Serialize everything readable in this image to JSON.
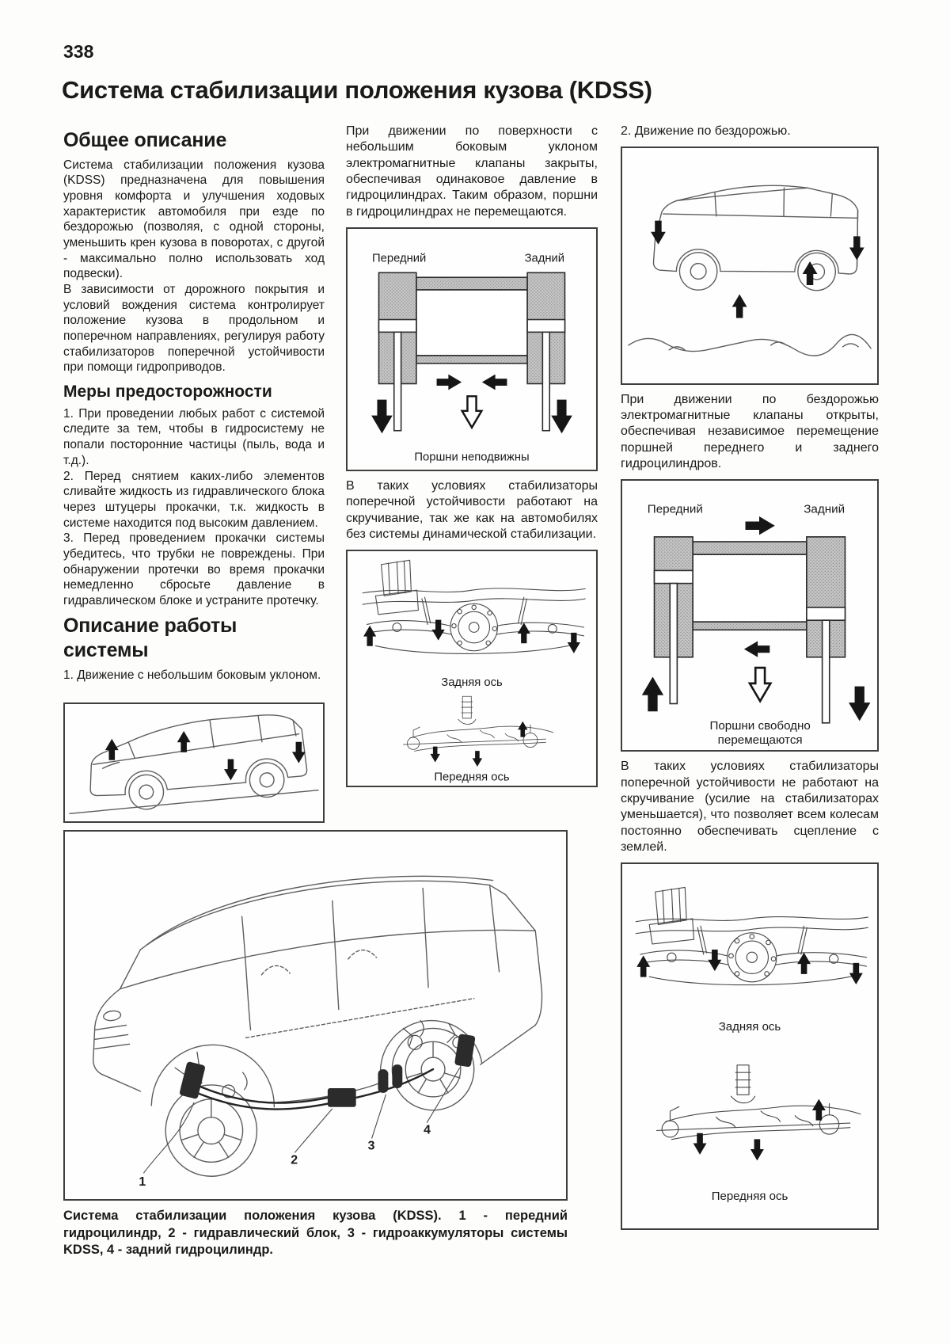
{
  "page": {
    "number": "338",
    "title": "Система стабилизации положения кузова (KDSS)"
  },
  "general": {
    "heading": "Общее описание",
    "p1": "Система стабилизации положения кузова (KDSS) предназначена для повышения уровня комфорта и улучшения ходовых характеристик автомобиля при езде по бездорожью (позволяя, с одной стороны, уменьшить крен кузова в поворотах, с другой - максимально полно использовать ход подвески).",
    "p2": "В зависимости от дорожного покрытия и условий вождения система контролирует положение кузова в продольном и поперечном направлениях, регулируя работу стабилизаторов поперечной устойчивости при помощи гидроприводов."
  },
  "precautions": {
    "heading": "Меры предосторожности",
    "item1": "1. При проведении любых работ с системой следите за тем, чтобы в гидросистему не попали посторонние частицы (пыль, вода и т.д.).",
    "item2": "2. Перед снятием каких-либо элементов сливайте жидкость из гидравлического блока через штуцеры прокачки, т.к. жидкость в системе находится под высоким давлением.",
    "item3": "3. Перед проведением прокачки системы убедитесь, что трубки не повреждены. При обнаружении протечки во время прокачки немедленно сбросьте давление в гидравлическом блоке и устраните протечку."
  },
  "operation": {
    "heading": "Описание работы системы",
    "mode1": "1. Движение с небольшим боковым уклоном.",
    "mode1_p": "При движении по поверхности с небольшим боковым уклоном электромагнитные клапаны закрыты, обеспечивая одинаковое давление в гидроцилиндрах. Таким образом, поршни в гидроцилиндрах не перемещаются.",
    "mode1_note": "В таких условиях стабилизаторы поперечной устойчивости работают на скручивание, так же как на автомобилях без системы динамической стабилизации.",
    "mode2": "2. Движение по бездорожью.",
    "mode2_p": "При движении по бездорожью электромагнитные клапаны открыты, обеспечивая независимое перемещение поршней переднего и заднего гидроцилиндров.",
    "mode2_note": "В таких условиях стабилизаторы поперечной устойчивости не работают на скручивание (усилие на стабилизаторах уменьшается), что позволяет всем колесам постоянно обеспечивать сцепление с землей."
  },
  "figures": {
    "pistons_locked": {
      "label_front": "Передний",
      "label_rear": "Задний",
      "caption": "Поршни неподвижны"
    },
    "pistons_free": {
      "label_front": "Передний",
      "label_rear": "Задний",
      "caption_line1": "Поршни свободно",
      "caption_line2": "перемещаются"
    },
    "axles_mode1": {
      "caption_rear": "Задняя ось",
      "caption_front": "Передняя ось"
    },
    "axles_mode2": {
      "caption_rear": "Задняя ось",
      "caption_front": "Передняя ось"
    },
    "cutaway": {
      "caption": "Система стабилизации положения кузова (KDSS). 1 - передний гидроцилиндр, 2 - гидравлический блок, 3 - гидроаккумуляторы системы KDSS, 4 - задний гидроцилиндр.",
      "callouts": [
        "1",
        "2",
        "3",
        "4"
      ]
    }
  }
}
